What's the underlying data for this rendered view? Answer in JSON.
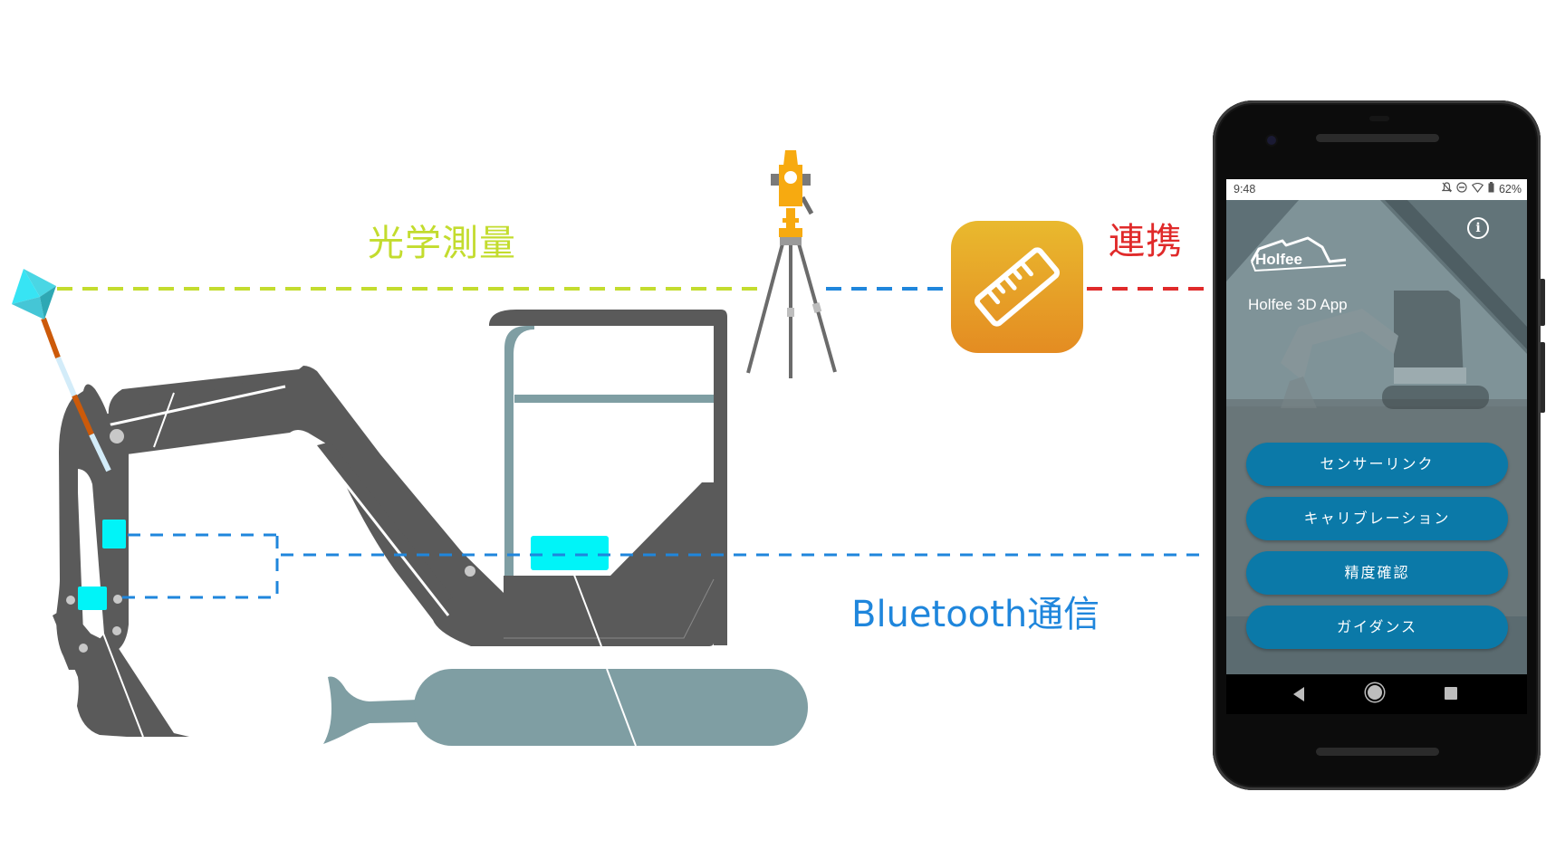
{
  "diagram": {
    "labels": {
      "optical_survey": "光学測量",
      "link": "連携",
      "bluetooth": "Bluetooth通信"
    },
    "colors": {
      "optical_line": "#c3dc2e",
      "bluetooth_line": "#1f86dc",
      "link_line": "#e02a2a",
      "machine_body": "#5a5a5a",
      "machine_track": "#7f9ea3",
      "sensor": "#00f4f8",
      "prism": "#3fd6e6",
      "total_station": "#f7aa10",
      "app_icon_top": "#e9b92e",
      "app_icon_bottom": "#e48c22"
    },
    "icons": {
      "prism": "prism-icon",
      "total_station": "total-station-icon",
      "app": "ruler-icon",
      "excavator": "excavator-icon"
    }
  },
  "phone": {
    "status_bar": {
      "time": "9:48",
      "icons": [
        "bell-off-icon",
        "do-not-disturb-icon",
        "wifi-icon",
        "battery-icon"
      ],
      "battery": "62%"
    },
    "app": {
      "logo_text": "Holfee",
      "title": "Holfee 3D App",
      "info_icon": "i",
      "menu": [
        {
          "label": "センサーリンク"
        },
        {
          "label": "キャリブレーション"
        },
        {
          "label": "精度確認"
        },
        {
          "label": "ガイダンス"
        }
      ]
    },
    "nav_bar": [
      "back-icon",
      "home-icon",
      "recents-icon"
    ]
  }
}
